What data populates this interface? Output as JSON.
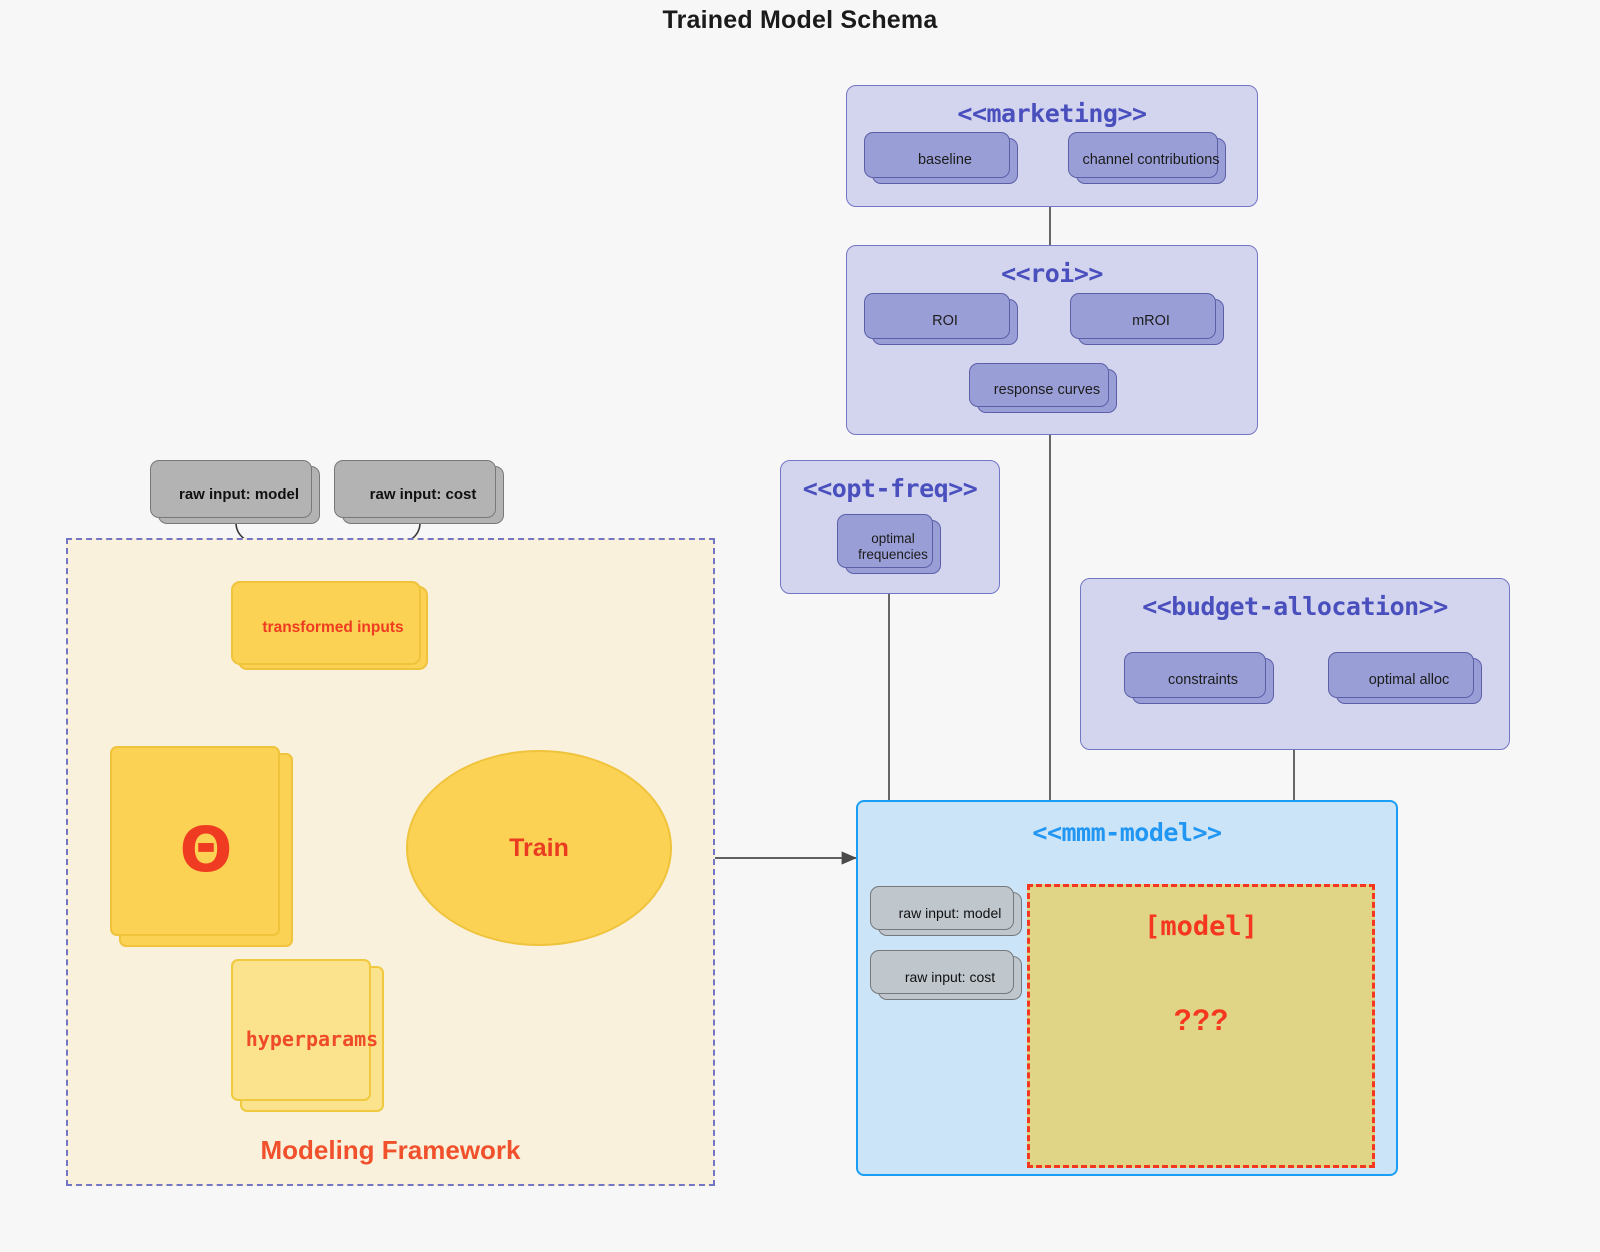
{
  "title": "Trained Model Schema",
  "colors": {
    "background": "#f7f7f7",
    "package_fill": "#d3d5ee",
    "package_stroke": "#7376c4",
    "package_title": "#4a4fbe",
    "node_fill": "#9a9ed6",
    "node_stroke": "#5c5fa8",
    "mmm_fill": "#cce4f7",
    "mmm_stroke": "#1a9ef5",
    "mmm_title": "#2196f3",
    "model_slot_fill": "#e0d587",
    "model_slot_stroke": "#f4371e",
    "framework_fill": "#faf1dd",
    "framework_stroke": "#7376c4",
    "accent_red": "#ef3b21",
    "yellow_fill": "#fbd253",
    "yellow_stroke": "#f0c33c",
    "grey_fill": "#b3b3b3",
    "grey_stroke": "#787878"
  },
  "packages": {
    "marketing": {
      "title": "<<marketing>>",
      "nodes": [
        {
          "label": "baseline"
        },
        {
          "label": "channel contributions"
        }
      ]
    },
    "roi": {
      "title": "<<roi>>",
      "nodes": [
        {
          "label": "ROI"
        },
        {
          "label": "mROI"
        },
        {
          "label": "response curves"
        }
      ]
    },
    "opt_freq": {
      "title": "<<opt-freq>>",
      "nodes": [
        {
          "label": "optimal frequencies"
        }
      ]
    },
    "budget_allocation": {
      "title": "<<budget-allocation>>",
      "nodes": [
        {
          "label": "constraints"
        },
        {
          "label": "optimal alloc"
        }
      ]
    }
  },
  "mmm_model": {
    "title": "<<mmm-model>>",
    "inputs": [
      {
        "label": "raw input: model"
      },
      {
        "label": "raw input: cost"
      }
    ],
    "model_slot": {
      "label": "[model]",
      "placeholder": "???"
    }
  },
  "framework": {
    "label": "Modeling Framework",
    "raw_inputs": [
      {
        "label": "raw input: model"
      },
      {
        "label": "raw input: cost"
      }
    ],
    "transformed_inputs": {
      "label": "transformed inputs"
    },
    "theta": {
      "glyph": "Θ"
    },
    "hyperparams": {
      "label": "hyperparams"
    },
    "train": {
      "label": "Train"
    }
  }
}
